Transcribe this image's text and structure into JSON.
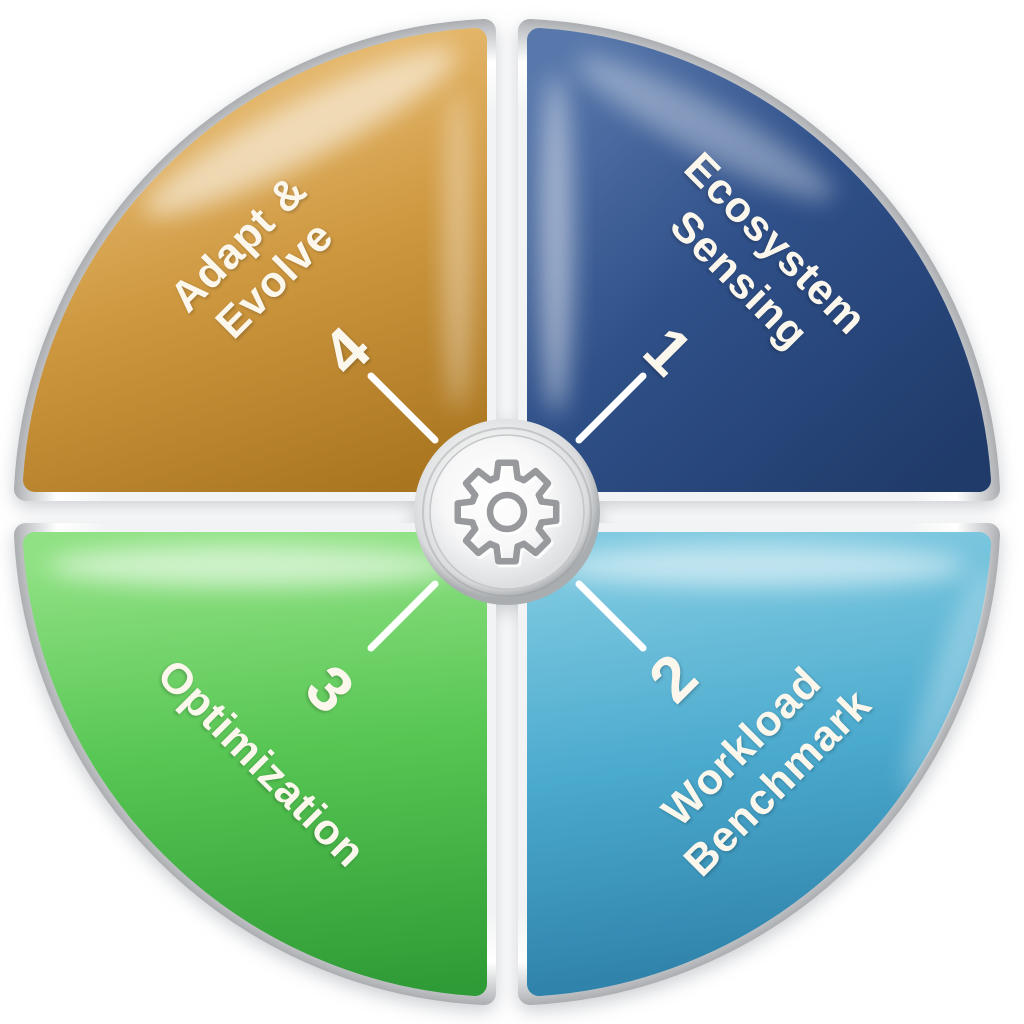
{
  "diagram": {
    "type": "cycle-wheel",
    "background_color": "#ffffff",
    "segments": [
      {
        "id": "ecosystem-sensing",
        "number": "1",
        "label": [
          "Ecosystem",
          "Sensing"
        ],
        "position": "top-right",
        "colors": {
          "light": "#5878AC",
          "main": "#2F5089",
          "dark": "#203B6A"
        }
      },
      {
        "id": "workload-benchmark",
        "number": "2",
        "label": [
          "Workload",
          "Benchmark"
        ],
        "position": "bottom-right",
        "colors": {
          "light": "#7EC9E0",
          "main": "#4BAACE",
          "dark": "#2A7BA4"
        }
      },
      {
        "id": "optimization",
        "number": "3",
        "label": [
          "Optimization"
        ],
        "position": "bottom-left",
        "colors": {
          "light": "#8FE183",
          "main": "#57C653",
          "dark": "#2F9B36"
        }
      },
      {
        "id": "adapt-evolve",
        "number": "4",
        "label": [
          "Adapt &",
          "Evolve"
        ],
        "position": "top-left",
        "colors": {
          "light": "#E8BC72",
          "main": "#CE9840",
          "dark": "#A9751F"
        }
      }
    ],
    "center": {
      "icon": "gear-icon",
      "hub_outer_color": "#c9cbcd",
      "hub_inner_color": "#fdfdfd",
      "gear_color": "#97999c",
      "connector_color": "#ffffff",
      "rim_color": "#d7d9db",
      "text_color": "#fbf7ec"
    }
  }
}
